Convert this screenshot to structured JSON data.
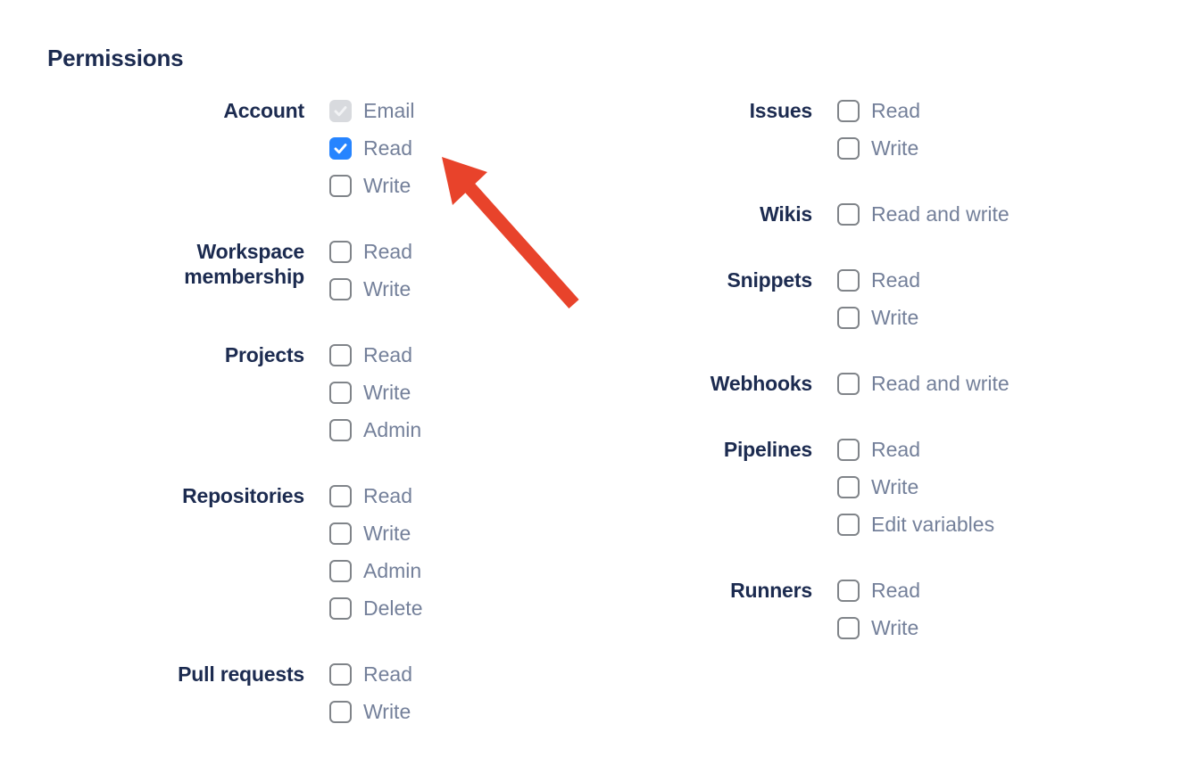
{
  "page": {
    "heading": "Permissions"
  },
  "colors": {
    "heading_text": "#1C2B50",
    "group_label_text": "#1C2B50",
    "option_label_text": "#74809A",
    "checkbox_checked_bg": "#2684FF",
    "checkbox_disabled_bg": "#D8DADE",
    "checkbox_unchecked_border": "#808489",
    "annotation_arrow": "#E8432B"
  },
  "icons": {
    "checkmark": "✓",
    "annotation_arrow": "red pointer arrow aimed at the Account > Read checkbox"
  },
  "permissions": {
    "left_groups": [
      {
        "label": "Account",
        "options": [
          {
            "label": "Email",
            "state": "checked-disabled"
          },
          {
            "label": "Read",
            "state": "checked"
          },
          {
            "label": "Write",
            "state": "unchecked"
          }
        ]
      },
      {
        "label": "Workspace membership",
        "options": [
          {
            "label": "Read",
            "state": "unchecked"
          },
          {
            "label": "Write",
            "state": "unchecked"
          }
        ]
      },
      {
        "label": "Projects",
        "options": [
          {
            "label": "Read",
            "state": "unchecked"
          },
          {
            "label": "Write",
            "state": "unchecked"
          },
          {
            "label": "Admin",
            "state": "unchecked"
          }
        ]
      },
      {
        "label": "Repositories",
        "options": [
          {
            "label": "Read",
            "state": "unchecked"
          },
          {
            "label": "Write",
            "state": "unchecked"
          },
          {
            "label": "Admin",
            "state": "unchecked"
          },
          {
            "label": "Delete",
            "state": "unchecked"
          }
        ]
      },
      {
        "label": "Pull requests",
        "options": [
          {
            "label": "Read",
            "state": "unchecked"
          },
          {
            "label": "Write",
            "state": "unchecked"
          }
        ]
      }
    ],
    "right_groups": [
      {
        "label": "Issues",
        "options": [
          {
            "label": "Read",
            "state": "unchecked"
          },
          {
            "label": "Write",
            "state": "unchecked"
          }
        ]
      },
      {
        "label": "Wikis",
        "options": [
          {
            "label": "Read and write",
            "state": "unchecked"
          }
        ]
      },
      {
        "label": "Snippets",
        "options": [
          {
            "label": "Read",
            "state": "unchecked"
          },
          {
            "label": "Write",
            "state": "unchecked"
          }
        ]
      },
      {
        "label": "Webhooks",
        "options": [
          {
            "label": "Read and write",
            "state": "unchecked"
          }
        ]
      },
      {
        "label": "Pipelines",
        "options": [
          {
            "label": "Read",
            "state": "unchecked"
          },
          {
            "label": "Write",
            "state": "unchecked"
          },
          {
            "label": "Edit variables",
            "state": "unchecked"
          }
        ]
      },
      {
        "label": "Runners",
        "options": [
          {
            "label": "Read",
            "state": "unchecked"
          },
          {
            "label": "Write",
            "state": "unchecked"
          }
        ]
      }
    ]
  }
}
